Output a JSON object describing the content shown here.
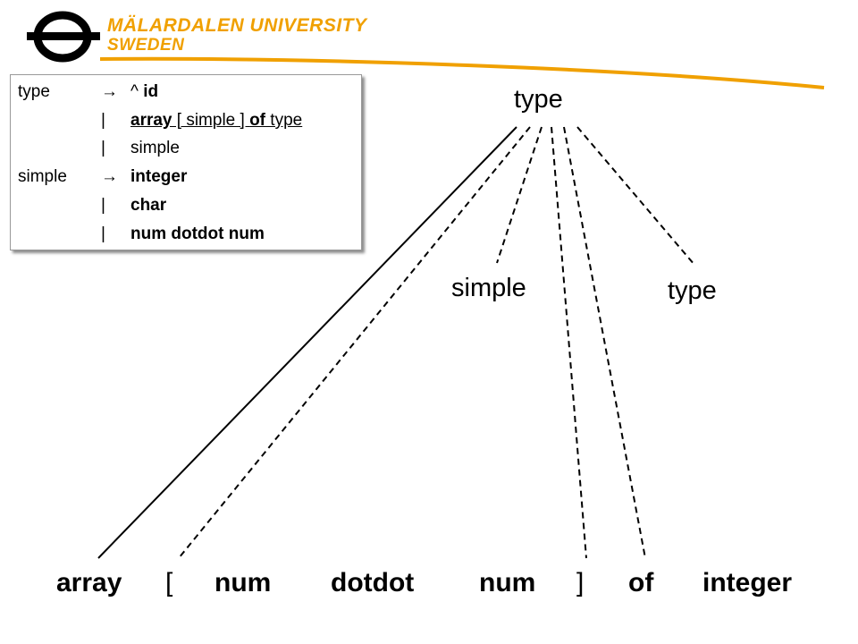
{
  "header": {
    "logo_line1": "MÄLARDALEN UNIVERSITY",
    "logo_line2": "SWEDEN",
    "accent_color": "#f0a000"
  },
  "grammar": {
    "rows": [
      {
        "nt": "type",
        "sym": "→",
        "rhs": [
          {
            "text": "^ ",
            "bold": false,
            "u": false
          },
          {
            "text": "id",
            "bold": true,
            "u": false
          }
        ]
      },
      {
        "nt": "",
        "sym": "|",
        "rhs": [
          {
            "text": "array",
            "bold": true,
            "u": true
          },
          {
            "text": " [ simple ] ",
            "bold": false,
            "u": true
          },
          {
            "text": "of",
            "bold": true,
            "u": true
          },
          {
            "text": " type",
            "bold": false,
            "u": true
          }
        ]
      },
      {
        "nt": "",
        "sym": "|",
        "rhs": [
          {
            "text": "simple",
            "bold": false,
            "u": false
          }
        ]
      },
      {
        "nt": "simple",
        "sym": "→",
        "rhs": [
          {
            "text": "integer",
            "bold": true,
            "u": false
          }
        ]
      },
      {
        "nt": "",
        "sym": "|",
        "rhs": [
          {
            "text": "char",
            "bold": true,
            "u": false
          }
        ]
      },
      {
        "nt": "",
        "sym": "|",
        "rhs": [
          {
            "text": "num dotdot num",
            "bold": true,
            "u": false
          }
        ]
      }
    ]
  },
  "tree": {
    "root": "type",
    "children": [
      "simple",
      "type"
    ],
    "tokens": [
      "array",
      "[",
      "num",
      "dotdot",
      "num",
      "]",
      "of",
      "integer"
    ]
  }
}
